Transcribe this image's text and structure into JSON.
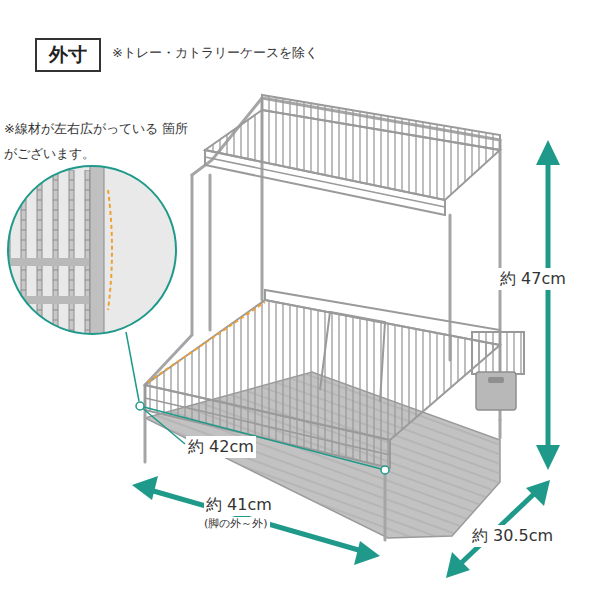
{
  "diagram": {
    "nodes": [
      {
        "text": [
          "外寸"
        ]
      }
    ],
    "labels": [
      "※トレー・カトラリーケースを除く",
      "※線材が左右広がっている 箇所がございます。",
      "約 47cm",
      "約 42cm",
      "約 41cm",
      "(脚の外～外)",
      "約 30.5cm"
    ]
  }
}
